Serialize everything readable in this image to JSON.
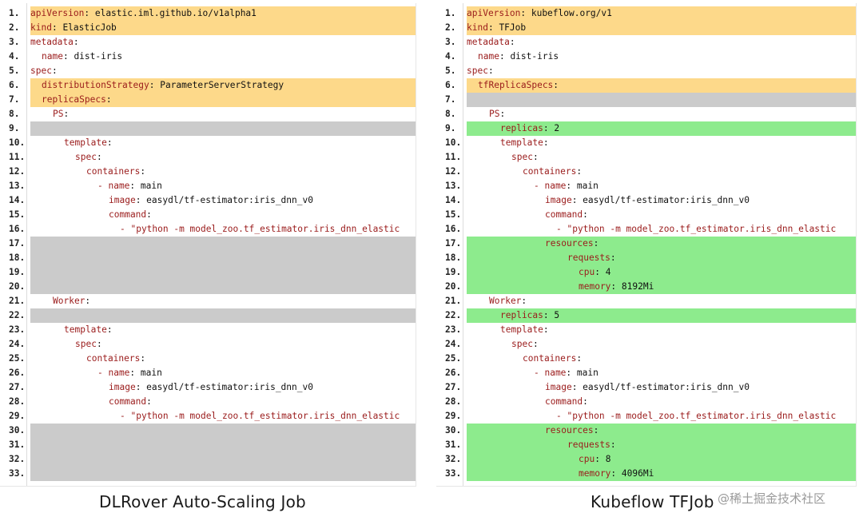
{
  "left": {
    "caption": "DLRover Auto-Scaling Job",
    "lines": [
      {
        "n": "1.",
        "hl": "yellow",
        "indent": 0,
        "key": "apiVersion",
        "sep": ": ",
        "val": "elastic.iml.github.io/v1alpha1"
      },
      {
        "n": "2.",
        "hl": "yellow",
        "indent": 0,
        "key": "kind",
        "sep": ": ",
        "val": "ElasticJob"
      },
      {
        "n": "3.",
        "hl": "",
        "indent": 0,
        "key": "metadata",
        "sep": ":",
        "val": ""
      },
      {
        "n": "4.",
        "hl": "",
        "indent": 2,
        "key": "name",
        "sep": ": ",
        "val": "dist-iris"
      },
      {
        "n": "5.",
        "hl": "",
        "indent": 0,
        "key": "spec",
        "sep": ":",
        "val": ""
      },
      {
        "n": "6.",
        "hl": "yellow",
        "indent": 2,
        "key": "distributionStrategy",
        "sep": ": ",
        "val": "ParameterServerStrategy"
      },
      {
        "n": "7.",
        "hl": "yellow",
        "indent": 2,
        "key": "replicaSpecs",
        "sep": ":",
        "val": ""
      },
      {
        "n": "8.",
        "hl": "",
        "indent": 4,
        "key": "PS",
        "sep": ":",
        "val": ""
      },
      {
        "n": "9.",
        "hl": "gray",
        "indent": 0,
        "key": "",
        "sep": "",
        "val": ""
      },
      {
        "n": "10.",
        "hl": "",
        "indent": 6,
        "key": "template",
        "sep": ":",
        "val": ""
      },
      {
        "n": "11.",
        "hl": "",
        "indent": 8,
        "key": "spec",
        "sep": ":",
        "val": ""
      },
      {
        "n": "12.",
        "hl": "",
        "indent": 10,
        "key": "containers",
        "sep": ":",
        "val": ""
      },
      {
        "n": "13.",
        "hl": "",
        "indent": 12,
        "key": "- name",
        "sep": ": ",
        "val": "main"
      },
      {
        "n": "14.",
        "hl": "",
        "indent": 14,
        "key": "image",
        "sep": ": ",
        "val": "easydl/tf-estimator:iris_dnn_v0"
      },
      {
        "n": "15.",
        "hl": "",
        "indent": 14,
        "key": "command",
        "sep": ":",
        "val": ""
      },
      {
        "n": "16.",
        "hl": "",
        "indent": 16,
        "key": "- \"python -m model_zoo.tf_estimator.iris_dnn_elastic",
        "sep": "",
        "val": ""
      },
      {
        "n": "17.",
        "hl": "gray",
        "indent": 0,
        "key": "",
        "sep": "",
        "val": ""
      },
      {
        "n": "18.",
        "hl": "gray",
        "indent": 0,
        "key": "",
        "sep": "",
        "val": ""
      },
      {
        "n": "19.",
        "hl": "gray",
        "indent": 0,
        "key": "",
        "sep": "",
        "val": ""
      },
      {
        "n": "20.",
        "hl": "gray",
        "indent": 0,
        "key": "",
        "sep": "",
        "val": ""
      },
      {
        "n": "21.",
        "hl": "",
        "indent": 4,
        "key": "Worker",
        "sep": ":",
        "val": ""
      },
      {
        "n": "22.",
        "hl": "gray",
        "indent": 0,
        "key": "",
        "sep": "",
        "val": ""
      },
      {
        "n": "23.",
        "hl": "",
        "indent": 6,
        "key": "template",
        "sep": ":",
        "val": ""
      },
      {
        "n": "24.",
        "hl": "",
        "indent": 8,
        "key": "spec",
        "sep": ":",
        "val": ""
      },
      {
        "n": "25.",
        "hl": "",
        "indent": 10,
        "key": "containers",
        "sep": ":",
        "val": ""
      },
      {
        "n": "26.",
        "hl": "",
        "indent": 12,
        "key": "- name",
        "sep": ": ",
        "val": "main"
      },
      {
        "n": "27.",
        "hl": "",
        "indent": 14,
        "key": "image",
        "sep": ": ",
        "val": "easydl/tf-estimator:iris_dnn_v0"
      },
      {
        "n": "28.",
        "hl": "",
        "indent": 14,
        "key": "command",
        "sep": ":",
        "val": ""
      },
      {
        "n": "29.",
        "hl": "",
        "indent": 16,
        "key": "- \"python -m model_zoo.tf_estimator.iris_dnn_elastic",
        "sep": "",
        "val": ""
      },
      {
        "n": "30.",
        "hl": "gray",
        "indent": 0,
        "key": "",
        "sep": "",
        "val": ""
      },
      {
        "n": "31.",
        "hl": "gray",
        "indent": 0,
        "key": "",
        "sep": "",
        "val": ""
      },
      {
        "n": "32.",
        "hl": "gray",
        "indent": 0,
        "key": "",
        "sep": "",
        "val": ""
      },
      {
        "n": "33.",
        "hl": "gray",
        "indent": 0,
        "key": "",
        "sep": "",
        "val": ""
      }
    ]
  },
  "right": {
    "caption": "Kubeflow TFJob",
    "lines": [
      {
        "n": "1.",
        "hl": "yellow",
        "indent": 0,
        "key": "apiVersion",
        "sep": ": ",
        "val": "kubeflow.org/v1"
      },
      {
        "n": "2.",
        "hl": "yellow",
        "indent": 0,
        "key": "kind",
        "sep": ": ",
        "val": "TFJob"
      },
      {
        "n": "3.",
        "hl": "",
        "indent": 0,
        "key": "metadata",
        "sep": ":",
        "val": ""
      },
      {
        "n": "4.",
        "hl": "",
        "indent": 2,
        "key": "name",
        "sep": ": ",
        "val": "dist-iris"
      },
      {
        "n": "5.",
        "hl": "",
        "indent": 0,
        "key": "spec",
        "sep": ":",
        "val": ""
      },
      {
        "n": "6.",
        "hl": "yellow",
        "indent": 2,
        "key": "tfReplicaSpecs",
        "sep": ":",
        "val": ""
      },
      {
        "n": "7.",
        "hl": "gray",
        "indent": 0,
        "key": "",
        "sep": "",
        "val": ""
      },
      {
        "n": "8.",
        "hl": "",
        "indent": 4,
        "key": "PS",
        "sep": ":",
        "val": ""
      },
      {
        "n": "9.",
        "hl": "green",
        "indent": 6,
        "key": "replicas",
        "sep": ": ",
        "val": "2"
      },
      {
        "n": "10.",
        "hl": "",
        "indent": 6,
        "key": "template",
        "sep": ":",
        "val": ""
      },
      {
        "n": "11.",
        "hl": "",
        "indent": 8,
        "key": "spec",
        "sep": ":",
        "val": ""
      },
      {
        "n": "12.",
        "hl": "",
        "indent": 10,
        "key": "containers",
        "sep": ":",
        "val": ""
      },
      {
        "n": "13.",
        "hl": "",
        "indent": 12,
        "key": "- name",
        "sep": ": ",
        "val": "main"
      },
      {
        "n": "14.",
        "hl": "",
        "indent": 14,
        "key": "image",
        "sep": ": ",
        "val": "easydl/tf-estimator:iris_dnn_v0"
      },
      {
        "n": "15.",
        "hl": "",
        "indent": 14,
        "key": "command",
        "sep": ":",
        "val": ""
      },
      {
        "n": "16.",
        "hl": "",
        "indent": 16,
        "key": "- \"python -m model_zoo.tf_estimator.iris_dnn_elastic",
        "sep": "",
        "val": ""
      },
      {
        "n": "17.",
        "hl": "green",
        "indent": 14,
        "key": "resources",
        "sep": ":",
        "val": ""
      },
      {
        "n": "18.",
        "hl": "green",
        "indent": 18,
        "key": "requests",
        "sep": ":",
        "val": ""
      },
      {
        "n": "19.",
        "hl": "green",
        "indent": 20,
        "key": "cpu",
        "sep": ": ",
        "val": "4"
      },
      {
        "n": "20.",
        "hl": "green",
        "indent": 20,
        "key": "memory",
        "sep": ": ",
        "val": "8192Mi"
      },
      {
        "n": "21.",
        "hl": "",
        "indent": 4,
        "key": "Worker",
        "sep": ":",
        "val": ""
      },
      {
        "n": "22.",
        "hl": "green",
        "indent": 6,
        "key": "replicas",
        "sep": ": ",
        "val": "5"
      },
      {
        "n": "23.",
        "hl": "",
        "indent": 6,
        "key": "template",
        "sep": ":",
        "val": ""
      },
      {
        "n": "24.",
        "hl": "",
        "indent": 8,
        "key": "spec",
        "sep": ":",
        "val": ""
      },
      {
        "n": "25.",
        "hl": "",
        "indent": 10,
        "key": "containers",
        "sep": ":",
        "val": ""
      },
      {
        "n": "26.",
        "hl": "",
        "indent": 12,
        "key": "- name",
        "sep": ": ",
        "val": "main"
      },
      {
        "n": "27.",
        "hl": "",
        "indent": 14,
        "key": "image",
        "sep": ": ",
        "val": "easydl/tf-estimator:iris_dnn_v0"
      },
      {
        "n": "28.",
        "hl": "",
        "indent": 14,
        "key": "command",
        "sep": ":",
        "val": ""
      },
      {
        "n": "29.",
        "hl": "",
        "indent": 16,
        "key": "- \"python -m model_zoo.tf_estimator.iris_dnn_elastic",
        "sep": "",
        "val": ""
      },
      {
        "n": "30.",
        "hl": "green",
        "indent": 14,
        "key": "resources",
        "sep": ":",
        "val": ""
      },
      {
        "n": "31.",
        "hl": "green",
        "indent": 18,
        "key": "requests",
        "sep": ":",
        "val": ""
      },
      {
        "n": "32.",
        "hl": "green",
        "indent": 20,
        "key": "cpu",
        "sep": ": ",
        "val": "8"
      },
      {
        "n": "33.",
        "hl": "green",
        "indent": 20,
        "key": "memory",
        "sep": ": ",
        "val": "4096Mi"
      }
    ]
  },
  "watermark": "@稀土掘金技术社区"
}
